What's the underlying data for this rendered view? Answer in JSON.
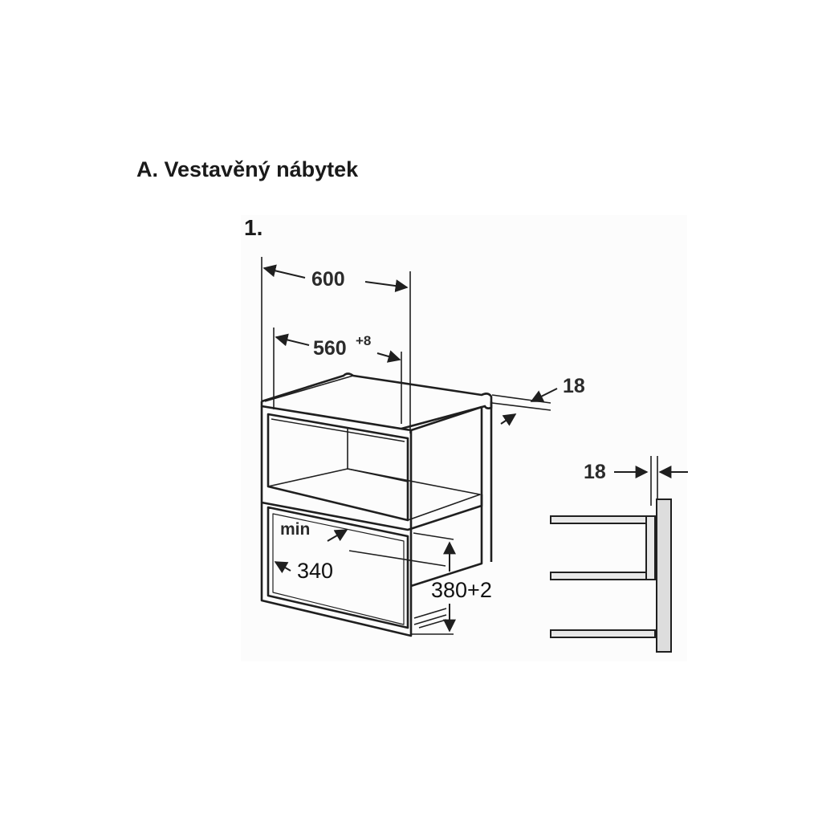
{
  "title": "A. Vestavěný nábytek",
  "figure_number": "1.",
  "dimensions": {
    "overall_width": "600",
    "inner_width_base": "560",
    "inner_width_tolerance": "+8",
    "panel_thickness_top": "18",
    "panel_thickness_side": "18",
    "min_label": "min",
    "min_depth": "340",
    "opening_height": "380+2"
  },
  "colors": {
    "line": "#1f1f1f",
    "panel_fill": "#d4d4d4",
    "wall_fill": "#dddddd",
    "background": "#ffffff"
  }
}
